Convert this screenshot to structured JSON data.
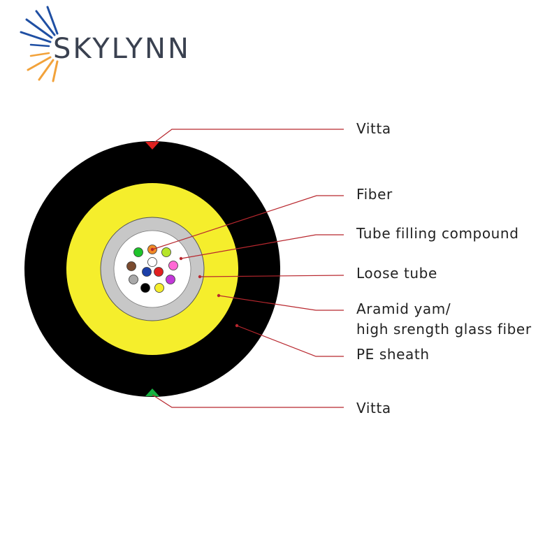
{
  "logo": {
    "brand_name": "SKYLYNN",
    "ray_colors": {
      "upper": "#1f4fa3",
      "lower": "#f2a23a"
    }
  },
  "labels": {
    "vitta_top": "Vitta",
    "fiber": "Fiber",
    "tube_filling": "Tube filling compound",
    "loose_tube": "Loose tube",
    "aramid_line1": "Aramid yam/",
    "aramid_line2": "high srength glass fiber",
    "pe_sheath": "PE sheath",
    "vitta_bottom": "Vitta"
  },
  "colors": {
    "sheath": "#000000",
    "aramid": "#f5ee2c",
    "loose_tube": "#c7c7c7",
    "filling": "#ffffff",
    "vitta_top": "#e0201e",
    "vitta_bottom": "#18b040",
    "leader": "#b8272e"
  },
  "fiber_colors": [
    "orange",
    "green",
    "yellowgreen",
    "white",
    "brown",
    "pink",
    "blue",
    "red",
    "gray",
    "purple",
    "black",
    "yellow"
  ]
}
